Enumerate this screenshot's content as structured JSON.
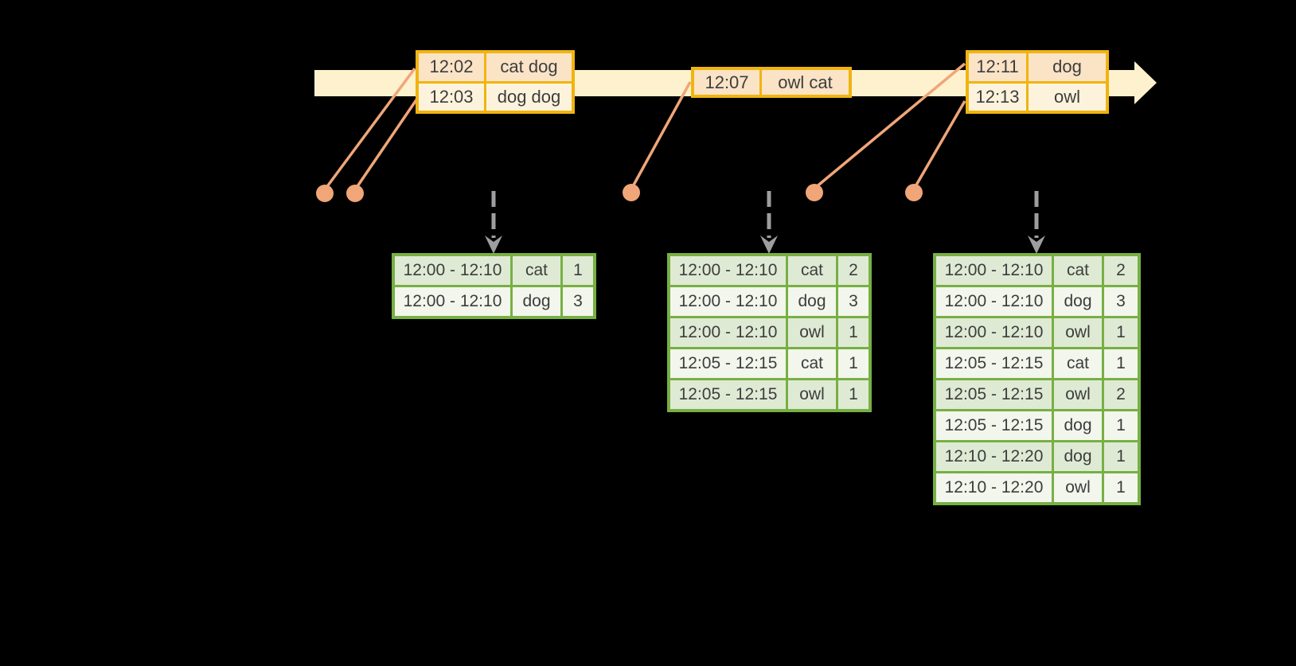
{
  "colors": {
    "background": "#000000",
    "timeline-band": "#fdf2cd",
    "gold": "#f0b410",
    "peach": "#fbe3c6",
    "cream": "#fdf3dd",
    "salmon": "#f0a678",
    "green": "#77b043",
    "green-row-dark": "#dfead5",
    "green-row-light": "#f2f6ec",
    "gray-arrow": "#9c9ea0",
    "text": "#3d3d3d"
  },
  "event_tables": [
    {
      "rows": [
        {
          "time": "12:02",
          "words": "cat dog"
        },
        {
          "time": "12:03",
          "words": "dog dog"
        }
      ]
    },
    {
      "rows": [
        {
          "time": "12:07",
          "words": "owl cat"
        }
      ]
    },
    {
      "rows": [
        {
          "time": "12:11",
          "words": "dog"
        },
        {
          "time": "12:13",
          "words": "owl"
        }
      ]
    }
  ],
  "result_tables": [
    {
      "rows": [
        {
          "window": "12:00 - 12:10",
          "word": "cat",
          "count": "1"
        },
        {
          "window": "12:00 - 12:10",
          "word": "dog",
          "count": "3"
        }
      ]
    },
    {
      "rows": [
        {
          "window": "12:00 - 12:10",
          "word": "cat",
          "count": "2"
        },
        {
          "window": "12:00 - 12:10",
          "word": "dog",
          "count": "3"
        },
        {
          "window": "12:00 - 12:10",
          "word": "owl",
          "count": "1"
        },
        {
          "window": "12:05 - 12:15",
          "word": "cat",
          "count": "1"
        },
        {
          "window": "12:05 - 12:15",
          "word": "owl",
          "count": "1"
        }
      ]
    },
    {
      "rows": [
        {
          "window": "12:00 - 12:10",
          "word": "cat",
          "count": "2"
        },
        {
          "window": "12:00 - 12:10",
          "word": "dog",
          "count": "3"
        },
        {
          "window": "12:00 - 12:10",
          "word": "owl",
          "count": "1"
        },
        {
          "window": "12:05 - 12:15",
          "word": "cat",
          "count": "1"
        },
        {
          "window": "12:05 - 12:15",
          "word": "owl",
          "count": "2"
        },
        {
          "window": "12:05 - 12:15",
          "word": "dog",
          "count": "1"
        },
        {
          "window": "12:10 - 12:20",
          "word": "dog",
          "count": "1"
        },
        {
          "window": "12:10 - 12:20",
          "word": "owl",
          "count": "1"
        }
      ]
    }
  ]
}
